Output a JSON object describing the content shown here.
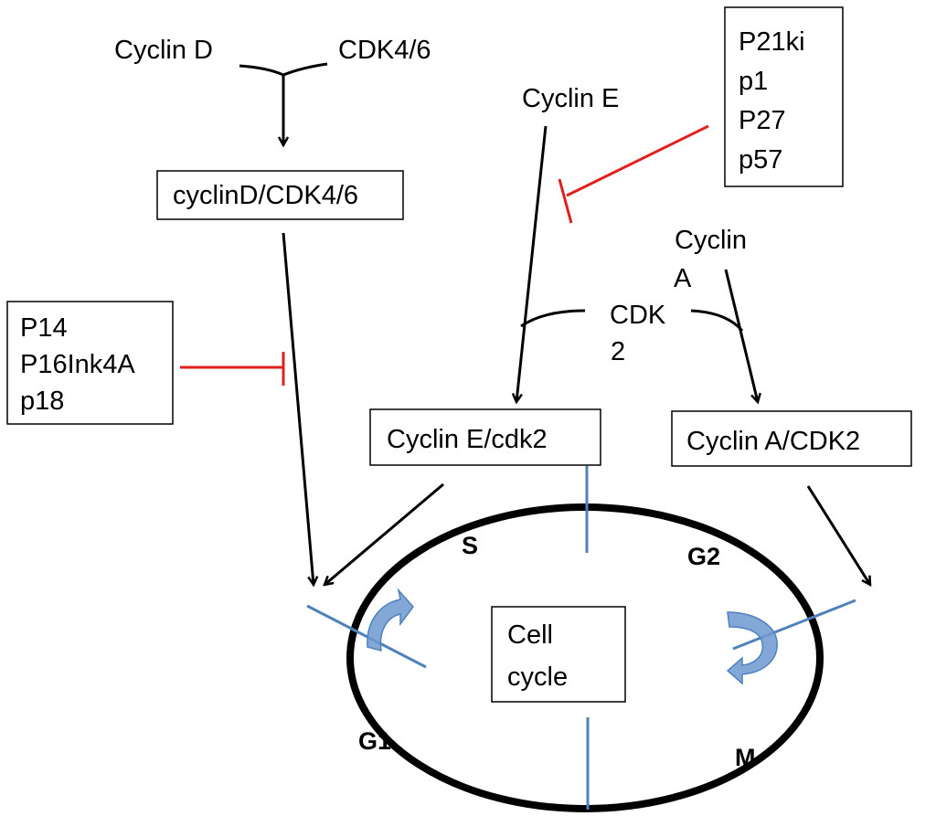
{
  "labels": {
    "cyclin_d": "Cyclin D",
    "cdk46": "CDK4/6",
    "cyclin_e": "Cyclin E",
    "cyclin_a_line1": "Cyclin",
    "cyclin_a_line2": "A",
    "cdk2_line1": "CDK",
    "cdk2_line2": "2"
  },
  "boxes": {
    "cyclind_cdk46": "cyclinD/CDK4/6",
    "cycline_cdk2": "Cyclin E/cdk2",
    "cyclina_cdk2": "Cyclin A/CDK2",
    "cell_cycle_line1": "Cell",
    "cell_cycle_line2": "cycle"
  },
  "inhibitor_boxes": {
    "cip_kip": [
      "P21ki",
      "p1",
      "P27",
      "p57"
    ],
    "ink4": [
      "P14",
      "P16Ink4A",
      "p18"
    ]
  },
  "phases": {
    "s": "S",
    "g2": "G2",
    "g1": "G1",
    "m": "M"
  },
  "colors": {
    "activation": "#000000",
    "inhibition": "#e0201c",
    "checkpoint": "#4f81bd",
    "phase_arrow": "#6d98cf"
  }
}
